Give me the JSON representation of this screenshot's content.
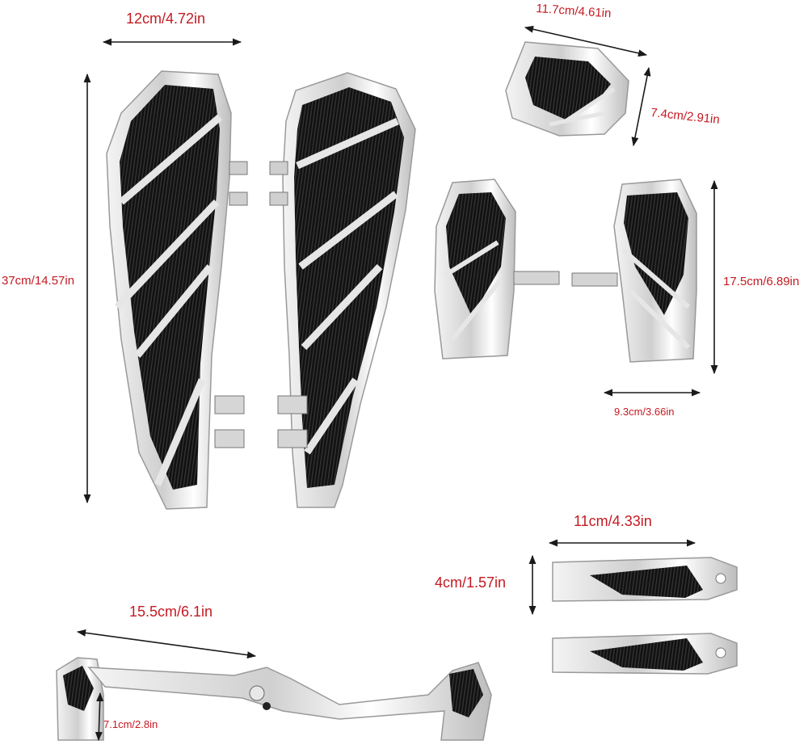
{
  "colors": {
    "background": "#ffffff",
    "label_text": "#c41a22",
    "arrow": "#1a1a1a",
    "chrome": "#d9d9d9",
    "rubber_pad": "#141414"
  },
  "labels": {
    "floorboard_width": "12cm/4.72in",
    "floorboard_length": "37cm/14.57in",
    "heel_shift_width": "11.7cm/4.61in",
    "heel_shift_height": "7.4cm/2.91in",
    "passenger_board_height": "17.5cm/6.89in",
    "passenger_board_width": "9.3cm/3.66in",
    "footpeg_length": "11cm/4.33in",
    "footpeg_width": "4cm/1.57in",
    "shifter_length": "15.5cm/6.1in",
    "shifter_pad_height": "7.1cm/2.8in"
  }
}
